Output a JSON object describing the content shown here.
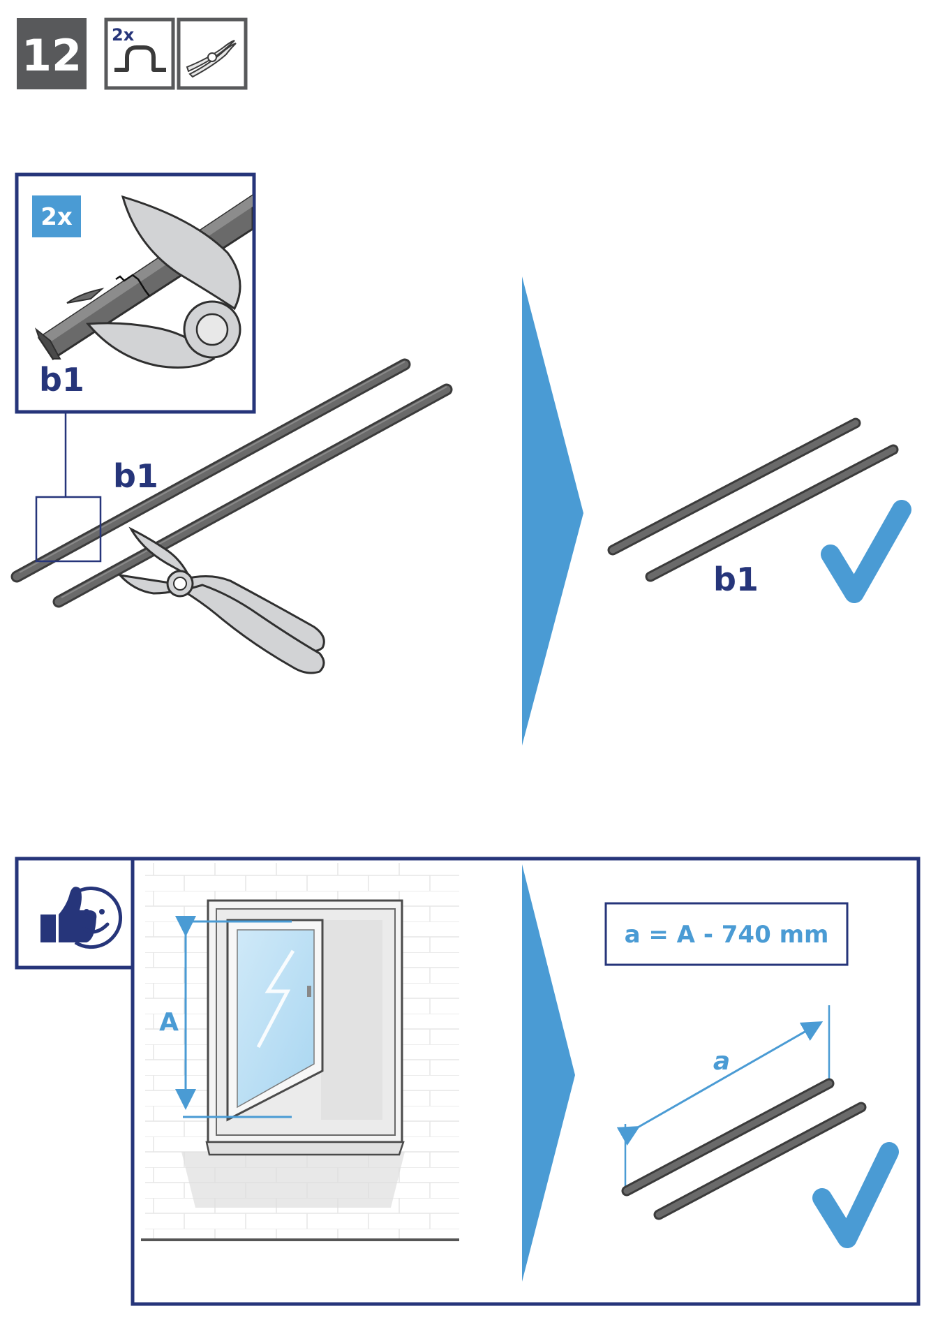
{
  "header": {
    "step_number": "12",
    "quantity_label": "2x",
    "icons": [
      "seal-strip-icon",
      "pliers-icon"
    ]
  },
  "cutting_step": {
    "detail_badge": "2x",
    "detail_part_label": "b1",
    "part_label": "b1",
    "result_part_label": "b1"
  },
  "tip_step": {
    "icons": [
      "thumbs-up-icon",
      "smiley-icon"
    ],
    "height_label": "A",
    "formula": "a = A - 740 mm",
    "length_label": "a"
  },
  "colors": {
    "step_box": "#58595b",
    "navy": "#26357a",
    "accent_blue": "#4a9bd4",
    "strip_gray": "#5f5f5f",
    "tool_gray": "#d2d3d5"
  }
}
